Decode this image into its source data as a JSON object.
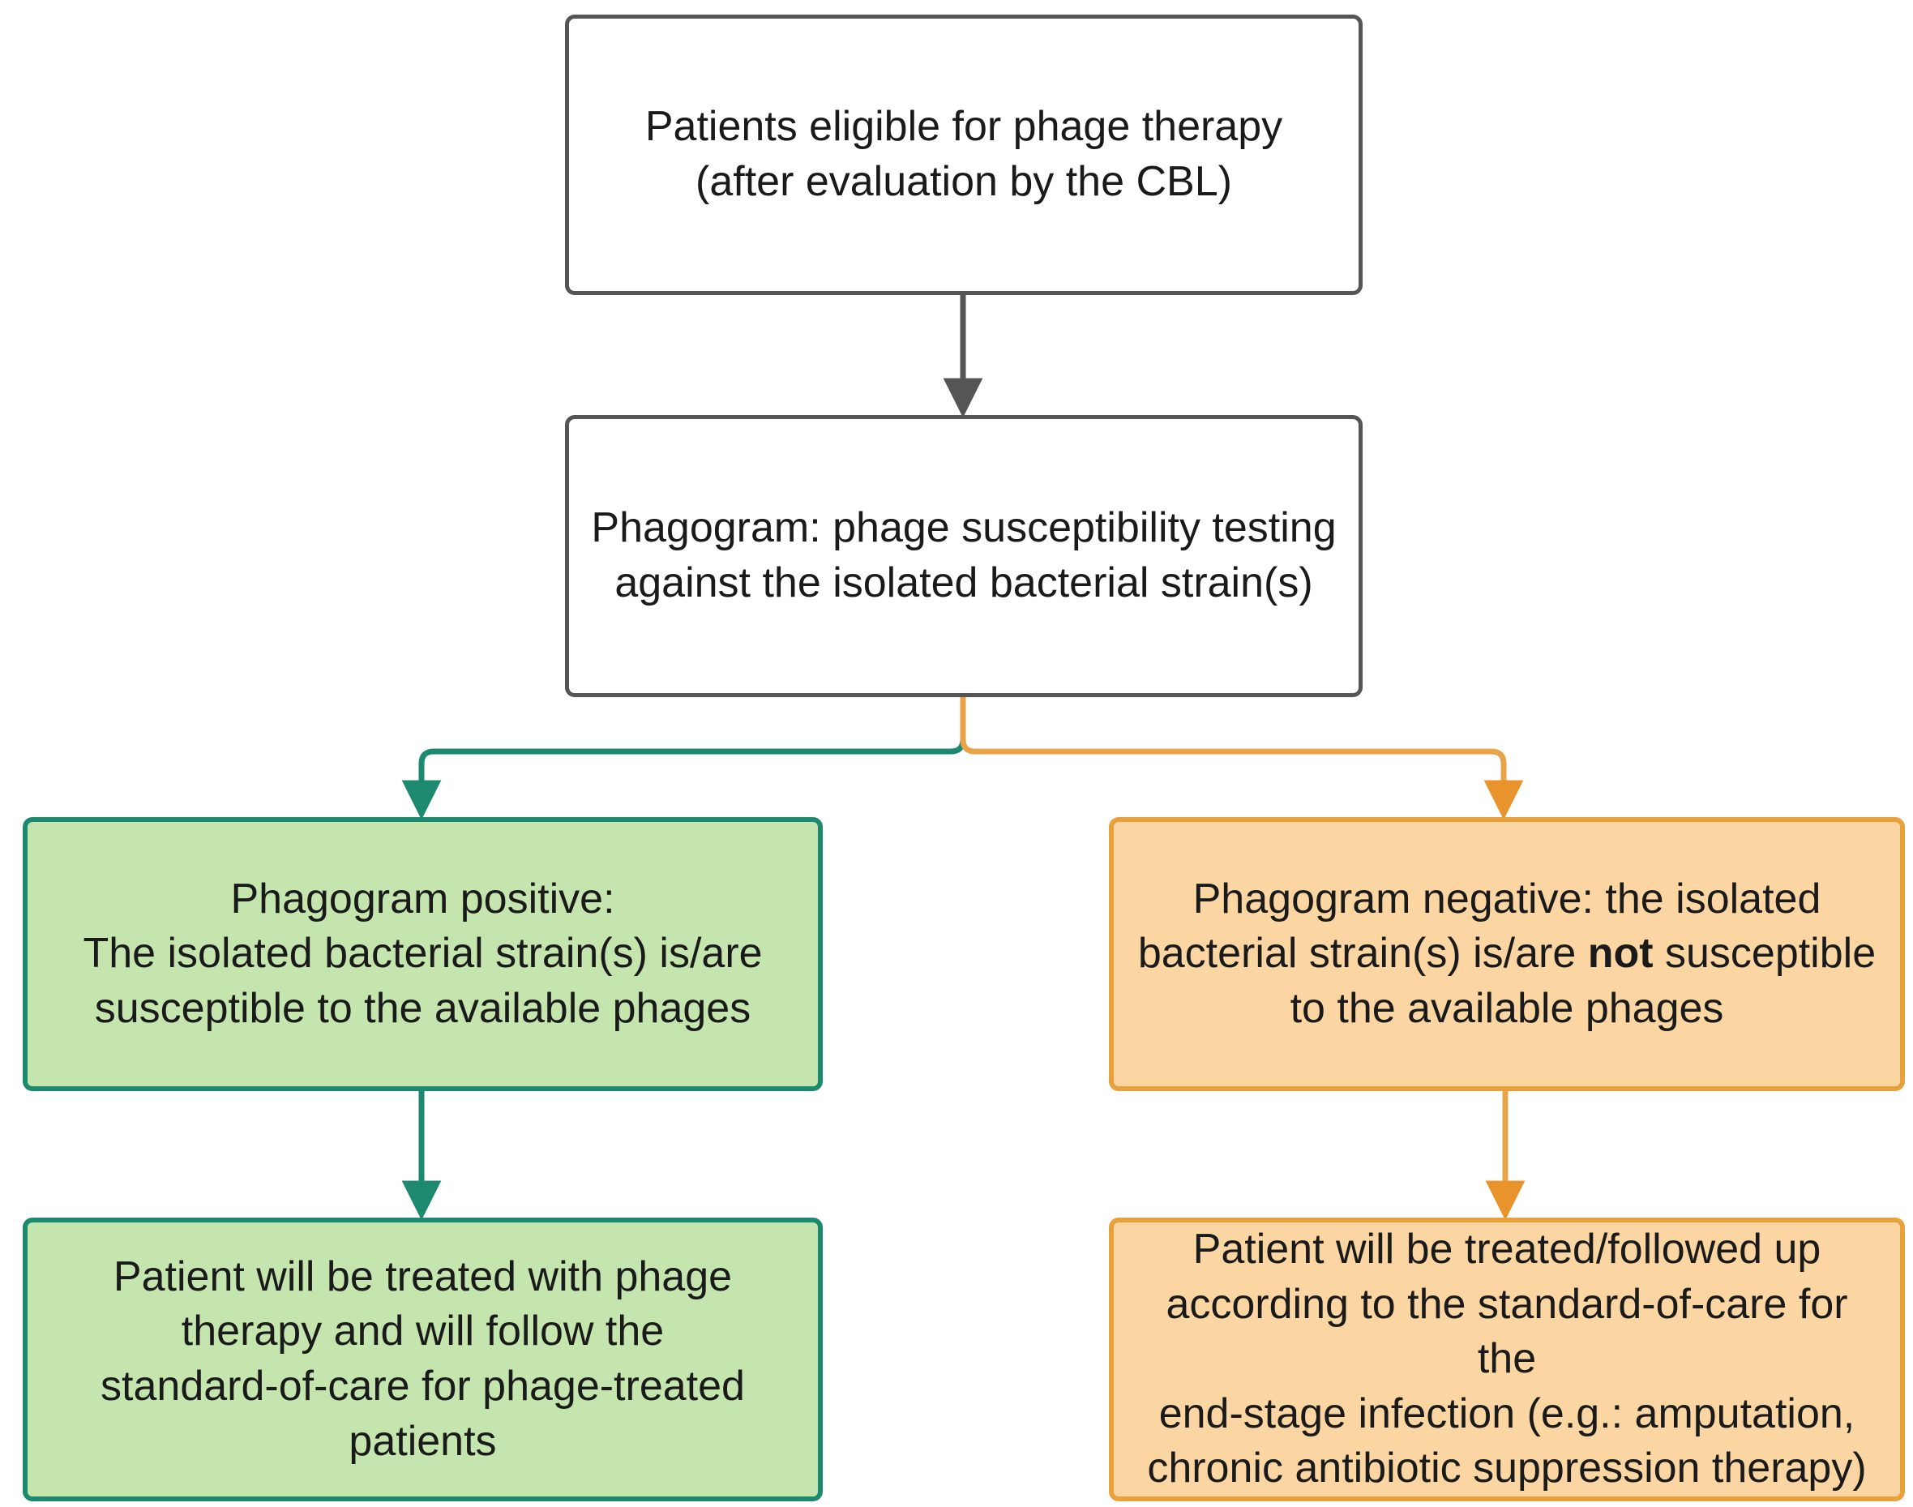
{
  "diagram": {
    "title": "Phage therapy eligibility and phagogram decision flowchart",
    "colors": {
      "neutral_border": "#555555",
      "neutral_fill": "#ffffff",
      "positive_border": "#1d8a70",
      "positive_fill": "#c5e5ae",
      "negative_border": "#e8a13c",
      "negative_fill": "#fbd6a2",
      "text": "#1a1a1a"
    }
  },
  "nodes": {
    "eligible": {
      "text": "Patients eligible for phage therapy\n(after evaluation by the CBL)",
      "line1": "Patients eligible for phage therapy",
      "line2": "(after evaluation by the CBL)",
      "style": "plain"
    },
    "phagogram": {
      "text": "Phagogram: phage susceptibility testing\nagainst the isolated bacterial strain(s)",
      "line1": "Phagogram: phage susceptibility testing",
      "line2": "against the isolated bacterial strain(s)",
      "style": "plain"
    },
    "positive": {
      "text": "Phagogram positive:\nThe isolated bacterial strain(s) is/are\nsusceptible to the available phages",
      "line1": "Phagogram positive:",
      "line2": "The isolated bacterial strain(s) is/are",
      "line3": "susceptible to the available phages",
      "style": "positive"
    },
    "negative": {
      "line1": "Phagogram negative: the isolated",
      "line2_before": "bacterial strain(s) is/are ",
      "line2_emphasis": "not",
      "line2_after": " susceptible",
      "line3": "to the available phages",
      "style": "negative"
    },
    "treat_phage": {
      "text": "Patient will be treated with phage\ntherapy and will follow the\nstandard-of-care for phage-treated\npatients",
      "line1": "Patient will be treated with phage",
      "line2": "therapy and will follow the",
      "line3": "standard-of-care for phage-treated",
      "line4": "patients",
      "style": "positive"
    },
    "treat_soc": {
      "text": "Patient will be treated/followed up\naccording to the standard-of-care for the\nend-stage infection (e.g.: amputation,\nchronic antibiotic suppression therapy)",
      "line1": "Patient will be treated/followed up",
      "line2": "according to the standard-of-care for the",
      "line3": "end-stage infection (e.g.: amputation,",
      "line4": "chronic antibiotic suppression therapy)",
      "style": "negative"
    }
  },
  "edges": [
    {
      "id": "eligible-to-phagogram",
      "from": "eligible",
      "to": "phagogram",
      "color": "#555555",
      "label": ""
    },
    {
      "id": "phagogram-to-positive",
      "from": "phagogram",
      "to": "positive",
      "color": "#1d8a70",
      "label": ""
    },
    {
      "id": "phagogram-to-negative",
      "from": "phagogram",
      "to": "negative",
      "color": "#e8a13c",
      "label": ""
    },
    {
      "id": "positive-to-treat-phage",
      "from": "positive",
      "to": "treat_phage",
      "color": "#1d8a70",
      "label": ""
    },
    {
      "id": "negative-to-treat-soc",
      "from": "negative",
      "to": "treat_soc",
      "color": "#e8a13c",
      "label": ""
    }
  ]
}
